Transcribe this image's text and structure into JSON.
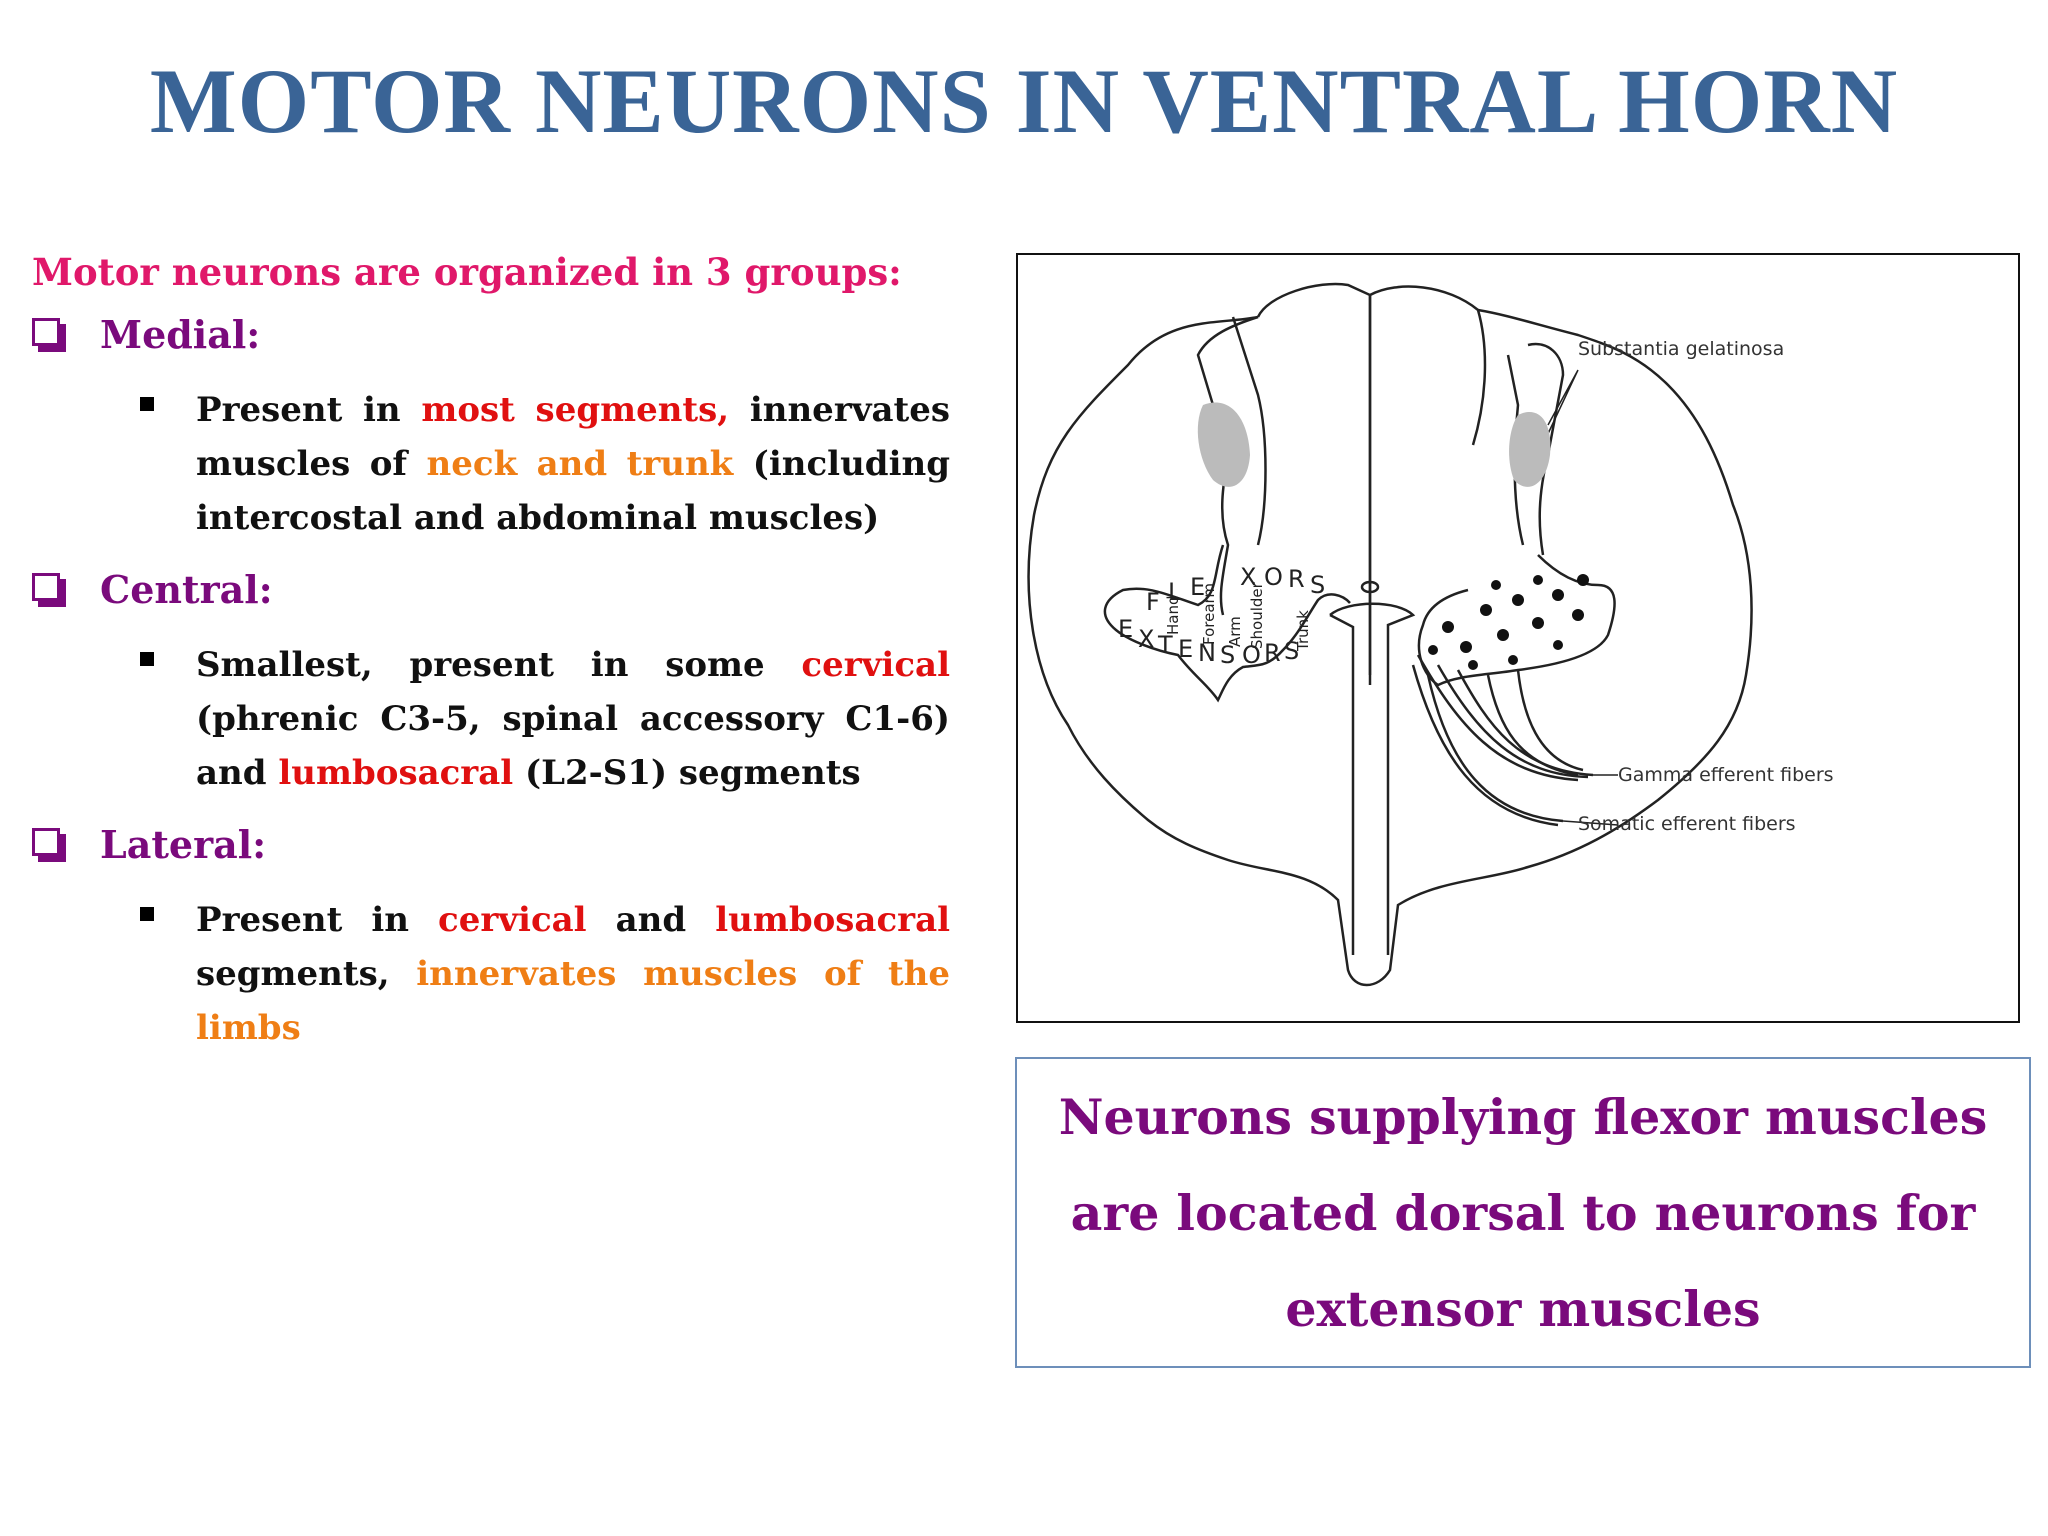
{
  "title": "MOTOR NEURONS IN VENTRAL HORN",
  "intro": "Motor neurons are organized in 3 groups:",
  "groups": [
    {
      "label": "Medial:",
      "bullet": [
        {
          "t": "Present in ",
          "c": ""
        },
        {
          "t": "most segments,",
          "c": "red"
        },
        {
          "t": " innervates muscles of ",
          "c": ""
        },
        {
          "t": "neck and trunk",
          "c": "orange"
        },
        {
          "t": " (including intercostal and abdominal muscles)",
          "c": ""
        }
      ]
    },
    {
      "label": "Central:",
      "bullet": [
        {
          "t": "Smallest, present in some ",
          "c": ""
        },
        {
          "t": "cervical",
          "c": "red"
        },
        {
          "t": " (phrenic C3-5, spinal accessory C1-6) and ",
          "c": ""
        },
        {
          "t": "lumbosacral",
          "c": "red"
        },
        {
          "t": " (L2-S1) segments",
          "c": ""
        }
      ]
    },
    {
      "label": "Lateral:",
      "bullet": [
        {
          "t": "Present in ",
          "c": ""
        },
        {
          "t": "cervical",
          "c": "red"
        },
        {
          "t": " and ",
          "c": ""
        },
        {
          "t": "lumbosacral",
          "c": "red"
        },
        {
          "t": " segments, ",
          "c": ""
        },
        {
          "t": "innervates muscles of the limbs",
          "c": "orange"
        }
      ]
    }
  ],
  "figure": {
    "substantia_label": "Substantia gelatinosa",
    "gamma_label": "Gamma efferent fibers",
    "somatic_label": "Somatic efferent fibers",
    "flexors_letters": [
      "F",
      "L",
      "E",
      "X",
      "O",
      "R",
      "S"
    ],
    "extensors_letters": [
      "E",
      "X",
      "T",
      "E",
      "N",
      "S",
      "O",
      "R",
      "S"
    ],
    "body_labels": [
      "Hand",
      "Forearm",
      "Arm",
      "Shoulder",
      "Trunk"
    ]
  },
  "note": "Neurons supplying flexor muscles are located dorsal to neurons for extensor muscles"
}
